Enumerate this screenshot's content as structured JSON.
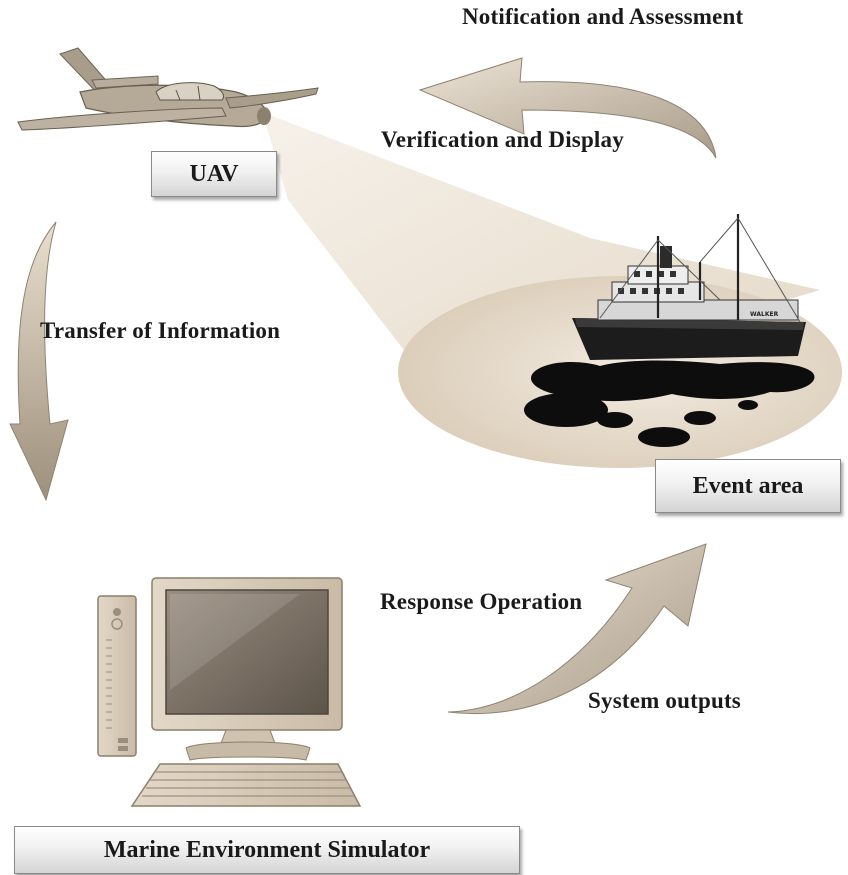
{
  "labels": {
    "notification": "Notification and Assessment",
    "verification": "Verification and Display",
    "transfer": "Transfer of Information",
    "response": "Response Operation",
    "outputs": "System outputs"
  },
  "boxes": {
    "uav": "UAV",
    "event_area": "Event area",
    "simulator": "Marine Environment Simulator"
  },
  "ship_name": "WALKER",
  "colors": {
    "arrow_light": "#e4d9c9",
    "arrow_dark": "#a69986",
    "beam": "#efe6d9",
    "plane": "#b2a696",
    "computer": "#d2c6b4",
    "oil": "#0d0d0d"
  }
}
